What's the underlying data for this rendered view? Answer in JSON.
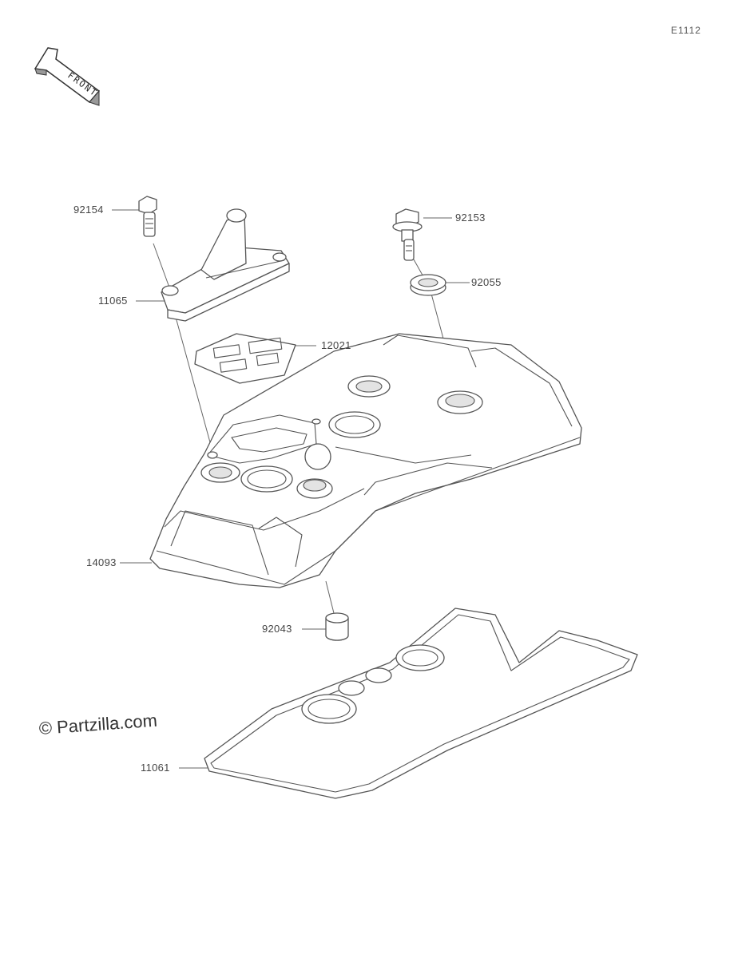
{
  "diagram_id": "E1112",
  "front_label": "FRONT",
  "watermark": "© Partzilla.com",
  "parts": [
    {
      "id": "bolt-92154",
      "number": "92154"
    },
    {
      "id": "cover-11065",
      "number": "11065"
    },
    {
      "id": "plate-12021",
      "number": "12021"
    },
    {
      "id": "head-cover-14093",
      "number": "14093"
    },
    {
      "id": "collar-92043",
      "number": "92043"
    },
    {
      "id": "gasket-11061",
      "number": "11061"
    },
    {
      "id": "bolt-92153",
      "number": "92153"
    },
    {
      "id": "washer-92055",
      "number": "92055"
    }
  ]
}
